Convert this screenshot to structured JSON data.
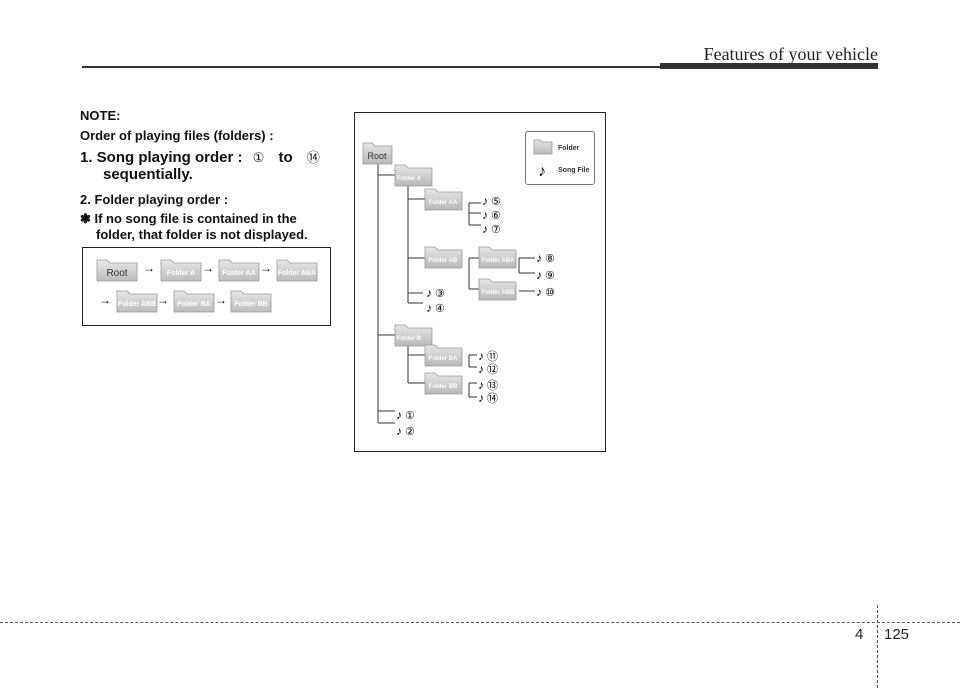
{
  "header": {
    "title": "Features of your vehicle"
  },
  "note": {
    "heading": "NOTE:",
    "order_label": "Order of playing files (folders) :",
    "song_order_a": "1. Song playing order :",
    "song_order_b": "①",
    "song_order_c": "to",
    "song_order_d": "⑭",
    "song_order_e": "sequentially.",
    "folder_order": "2. Folder playing order :",
    "remark": "❃ If no song file is contained in the folder, that folder is not displayed."
  },
  "sequence": {
    "arrow": "→",
    "row1": [
      "Root",
      "Folder A",
      "Folder AA",
      "Folder ABA"
    ],
    "row2": [
      "Folder ABB",
      "Folder BA",
      "Folder BB"
    ]
  },
  "tree": {
    "root": "Root",
    "folder_a": "Folder A",
    "folder_aa": "Folder AA",
    "folder_ab": "Folder AB",
    "folder_aba": "Folder ABA",
    "folder_abb": "Folder ABB",
    "folder_b": "Folder B",
    "folder_ba": "Folder BA",
    "folder_bb": "Folder BB",
    "note_glyph": "♪",
    "songs": [
      "①",
      "②",
      "③",
      "④",
      "⑤",
      "⑥",
      "⑦",
      "⑧",
      "⑨",
      "⑩",
      "⑪",
      "⑫",
      "⑬",
      "⑭"
    ]
  },
  "legend": {
    "folder": "Folder",
    "song_file": "Song File"
  },
  "footer": {
    "chapter": "4",
    "page": "125"
  }
}
